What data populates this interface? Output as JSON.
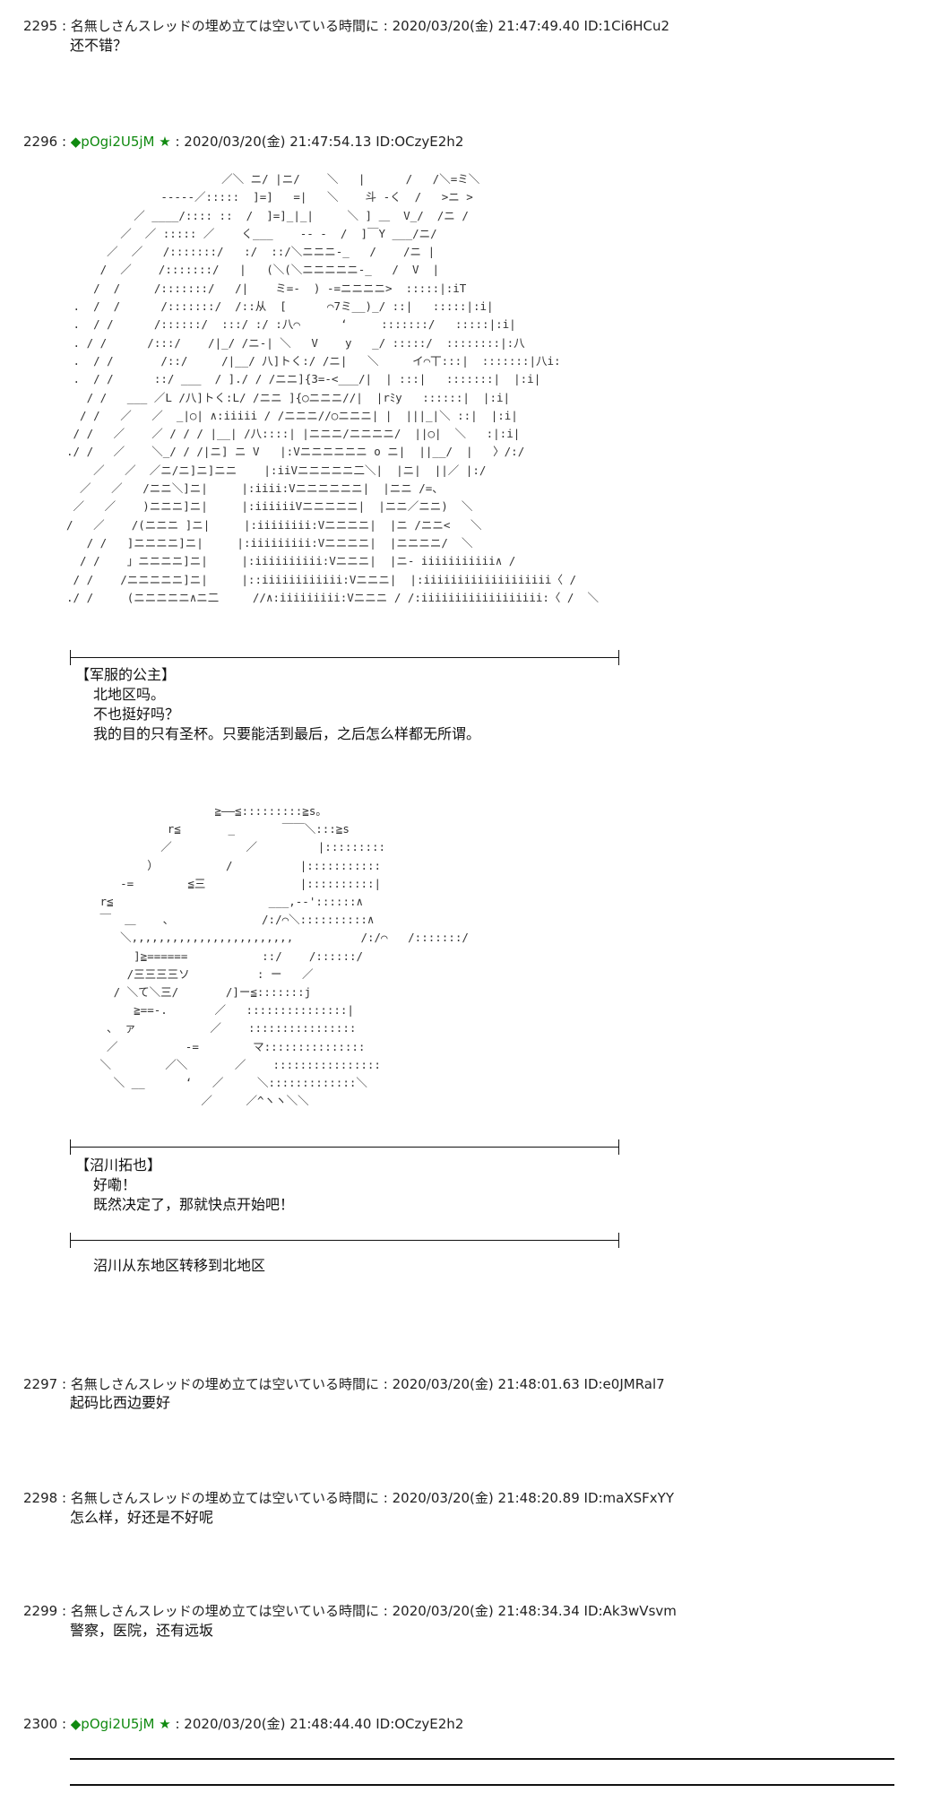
{
  "posts": [
    {
      "header": "2295 : 名無しさんスレッドの埋め立ては空いている時間に : 2020/03/20(金) 21:47:49.40 ID:1Ci6HCu2",
      "body": "还不错？"
    },
    {
      "number": "2296 : ",
      "trip": "◆pOgi2U5jM ★",
      "rest": " : 2020/03/20(金) 21:47:54.13 ID:OCzyE2h2",
      "speaker1": "【军服的公主】",
      "dialogue1": "北地区吗。\n不也挺好吗？\n我的目的只有圣杯。只要能活到最后，之后怎么样都无所谓。",
      "speaker2": "【沼川拓也】",
      "dialogue2": "好嘞！\n既然决定了，那就快点开始吧！",
      "narration": "沼川从东地区转移到北地区"
    },
    {
      "header": "2297 : 名無しさんスレッドの埋め立ては空いている時間に : 2020/03/20(金) 21:48:01.63 ID:e0JMRal7",
      "body": "起码比西边要好"
    },
    {
      "header": "2298 : 名無しさんスレッドの埋め立ては空いている時間に : 2020/03/20(金) 21:48:20.89 ID:maXSFxYY",
      "body": "怎么样，好还是不好呢"
    },
    {
      "header": "2299 : 名無しさんスレッドの埋め立ては空いている時間に : 2020/03/20(金) 21:48:34.34 ID:Ak3wVsvm",
      "body": "警察，医院，还有远坂"
    },
    {
      "number": "2300 : ",
      "trip": "◆pOgi2U5jM ★",
      "rest": " : 2020/03/20(金) 21:48:44.40 ID:OCzyE2h2"
    }
  ],
  "art": {
    "princess": "                       ／＼ ニ/ |ニ/    ＼   |      /   /＼=ミ＼\n              -----／:::::  ]=]   =|   ＼    斗 -く  /   >ニ >\n          ／ ____/:::: ::  /  ]=]_|_|     ＼ ] ＿  V_/  /ニ /\n        ／  ／ ::::: ／    く___    -- ‐  /  ]￣Y ___/ニ/\n      ／  ／   /:::::::/   :/  ::/＼ニニニ-_   /    /ニ |\n     /  ／    /:::::::/   |   (＼(＼ニニニニニ-_   /  V  |\n    /  /     /:::::::/   /|    ミ=-  ) -=ニニニニ>  :::::|:iT\n .  /  /      /:::::::/  /::从  [      ⌒7ミ__)_/ ::|   :::::|:i|\n .  / /      /::::::/  :::/ :/ :八⌒      ‘     :::::::/   :::::|:i|\n . / /      /:::/    /|_/ /ニ-| ＼   V    y   _/ :::::/  ::::::::|:八\n .  / /       /::/     /|__/ 八]トく:/ /ニ|   ＼     イ⌒丅:::|  :::::::|八i:\n .  / /      ::/ ___  / ]./ / /ニニ]{3=-<___/|  | :::|   :::::::|  |:i|\n   / /   ___ ／L /八]トく:L/ /ニニ ]{○ニニニ//|  |rﾐy   ::::::|  |:i|\n  / /   ／   ／  _|○| ∧:iiiii / /ニニニ//○ニニニ| |  |||_|＼ ::|  |:i|\n / /   ／    ／ / / / |__| /八::::| |ニニニ/ニニニニ/  ||○|  ＼   :|:i|\n./ /   ／    ＼_/ / /|ニ] ニ V   |:Vニニニニニニ o ニ|  ||__/  |   〉/:/\n    ／   ／  ／ニ/ニ]ニ]ニニ    |:iiVニニニニニ二＼|  |ニ|  ||／ |:/\n  ／   ／   /ニニ＼]ニ|     |:iiii:Vニニニニニニ|  |ニニ /=、\n ／   ／    )ニニニ]ニ|     |:iiiiiiVニニニニニ|  |ニニ／ニニ)  ＼\n/   ／    /(ニニニ ]ニ|     |:iiiiiiii:Vニニニニ|  |ニ /ニニ<   ＼\n   / /   ]ニニニニ]ニ|     |:iiiiiiiii:Vニニニニ|  |ニニニニ/  ＼\n  / /    」ニニニニ]ニ|     |:iiiiiiiiii:Vニニニ|  |ニ- iiiiiiiiiii∧ /\n / /    /ニニニニニ]ニ|     |::iiiiiiiiiiii:Vニニニ|  |:iiiiiiiiiiiiiiiiiii〈 /\n./ /     (ニニニニニ∧ニ二     //∧:iiiiiiiii:Vニニニ / /:iiiiiiiiiiiiiiiiii:〈 /  ＼",
    "numakawa": "                  ≧――≦:::::::::≧s｡\n           r≦       _       ￣￣＼:::≧s\n          ／           ／         |:::::::::\n        ）          /          |:::::::::::\n    -=        ≦三              |::::::::::|\n r≦                       ___,-‐'::::::∧\n ￣  ＿    、             /:/⌒＼::::::::::∧\n    ＼,,,,,,,,,,,,,,,,,,,,,,,,          /:/⌒   /:::::::/\n      ]≧======           ::/    /::::::/\n     /三三三三ソ          : ー   ／\n   / ＼て＼三/       /]ー≦:::::::j\n      ≧==-.       ／   :::::::::::::::|\n  、 ァ           ／    ::::::::::::::::\n  ／          -=        マ:::::::::::::::\n ＼        ／＼       ／    ::::::::::::::::\n   ＼ __      ‘   ／     ＼:::::::::::::＼\n                ／     ／^ヽヽ＼＼"
  }
}
